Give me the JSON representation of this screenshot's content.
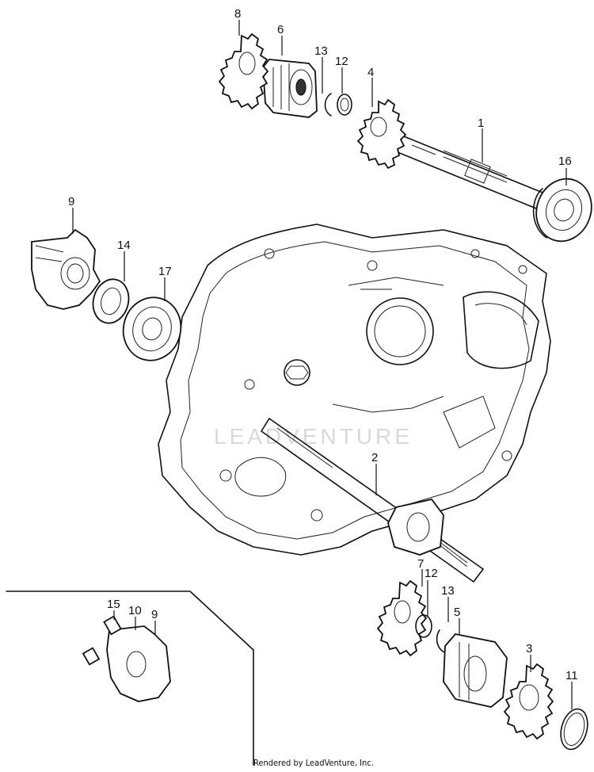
{
  "callouts": [
    {
      "label": "1"
    },
    {
      "label": "16"
    },
    {
      "label": "4"
    },
    {
      "label": "12"
    },
    {
      "label": "13"
    },
    {
      "label": "6"
    },
    {
      "label": "8"
    },
    {
      "label": "9"
    },
    {
      "label": "14"
    },
    {
      "label": "17"
    },
    {
      "label": "2"
    },
    {
      "label": "7"
    },
    {
      "label": "12"
    },
    {
      "label": "13"
    },
    {
      "label": "5"
    },
    {
      "label": "3"
    },
    {
      "label": "11"
    },
    {
      "label": "15"
    },
    {
      "label": "10"
    },
    {
      "label": "9"
    }
  ],
  "watermark": "LEADVENTURE",
  "footer": "Rendered by LeadVenture, Inc."
}
